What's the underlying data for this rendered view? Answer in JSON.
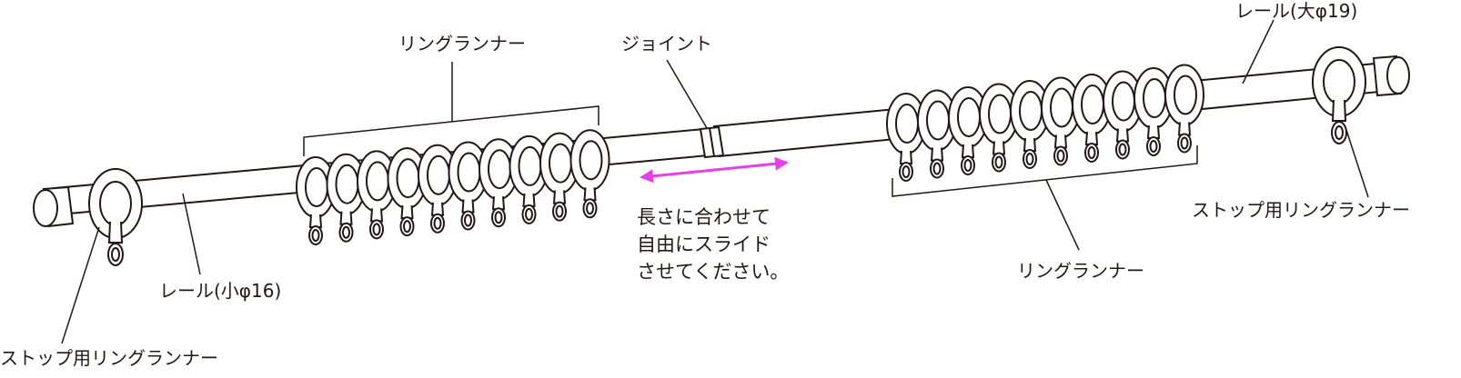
{
  "labels": {
    "ring_runner_top": "リングランナー",
    "joint": "ジョイント",
    "rail_large": "レール(大φ19)",
    "ring_runner_bottom": "リングランナー",
    "stop_ring_right": "ストップ用リングランナー",
    "rail_small": "レール(小φ16)",
    "stop_ring_left": "ストップ用リングランナー"
  },
  "note": {
    "line1": "長さに合わせて",
    "line2": "自由にスライド",
    "line3": "させてください。"
  },
  "colors": {
    "line": "#231815",
    "arrow": "#e83ee8",
    "background": "#ffffff"
  }
}
